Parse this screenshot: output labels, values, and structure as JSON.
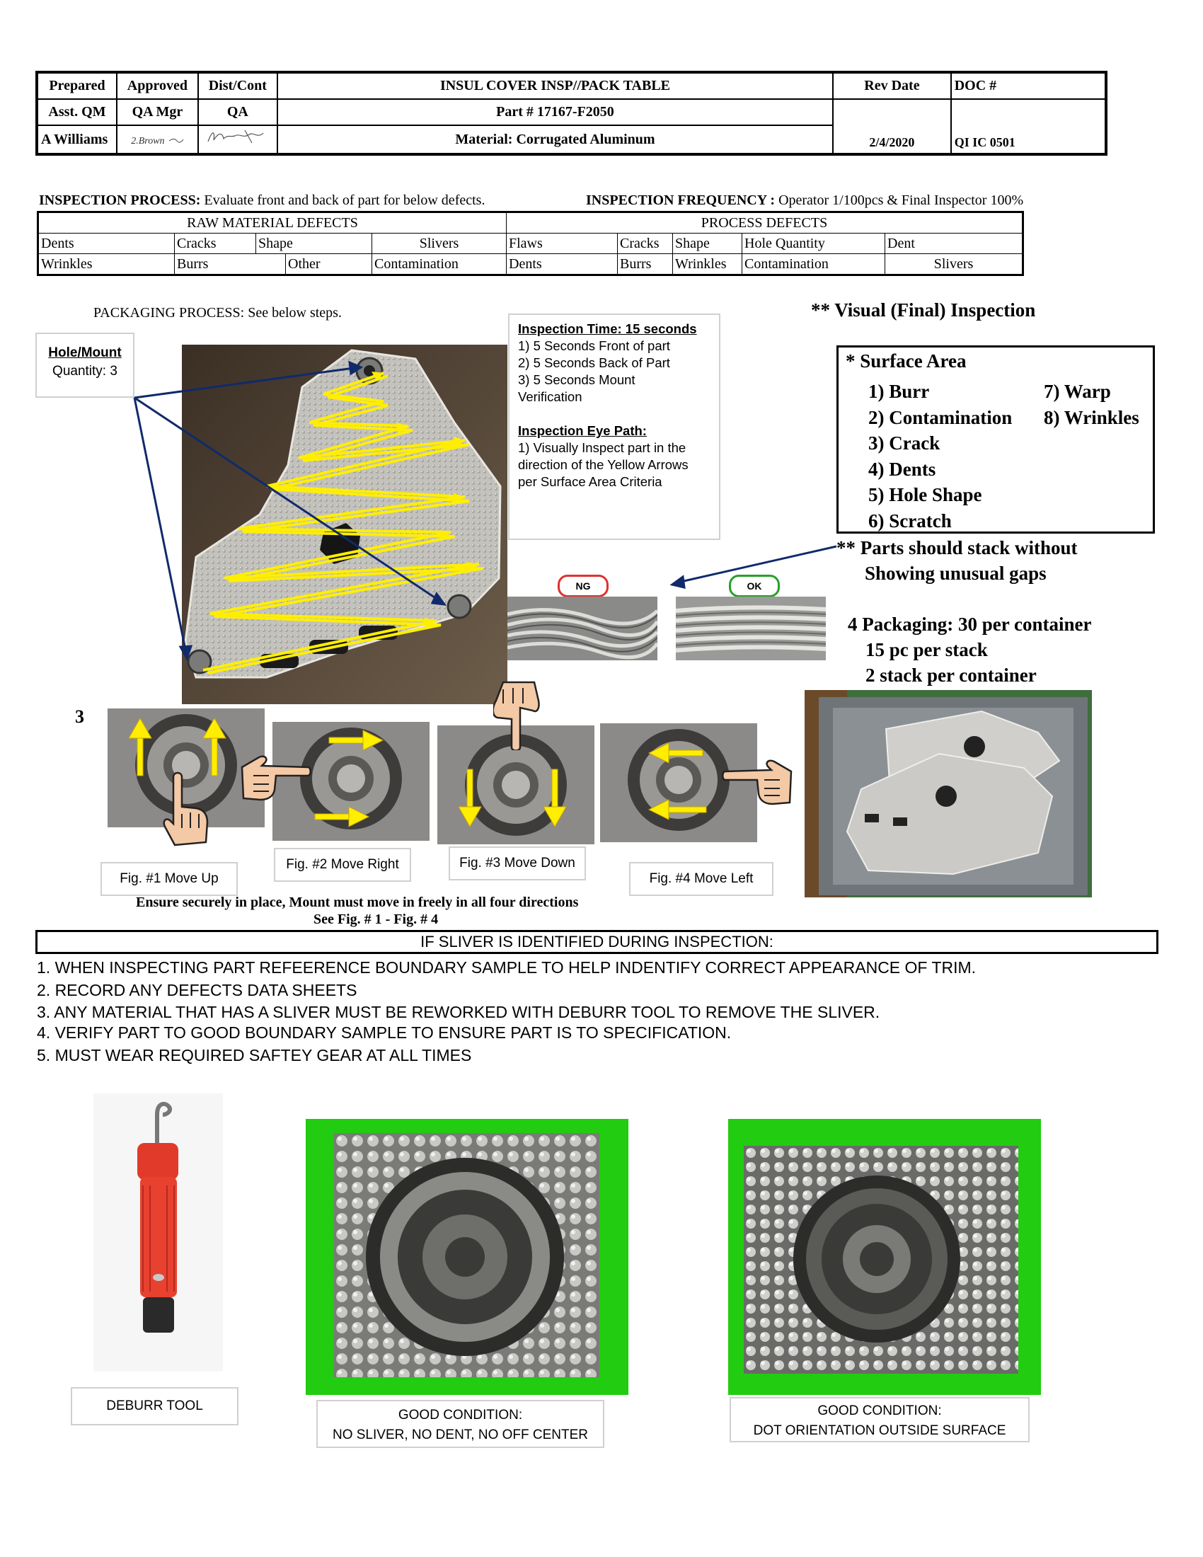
{
  "header": {
    "prepared_label": "Prepared",
    "approved_label": "Approved",
    "dist_label": "Dist/Cont",
    "title": "INSUL COVER  INSP//PACK  TABLE",
    "rev_date_label": "Rev Date",
    "doc_label": "DOC #",
    "prepared_role": "Asst. QM",
    "approved_role": "QA Mgr",
    "dist_role": "QA",
    "part": "Part #  17167-F2050",
    "prepared_name": "A Williams",
    "approved_sig": "2.Brown",
    "material": "Material: Corrugated Aluminum",
    "rev_date": "2/4/2020",
    "doc_no": "QI IC 0501"
  },
  "inspection": {
    "process_label": "INSPECTION  PROCESS:",
    "process_text": " Evaluate front and back of part for below defects.",
    "frequency_label": "INSPECTION FREQUENCY :",
    "frequency_text": " Operator 1/100pcs & Final Inspector 100%"
  },
  "defects": {
    "raw_header": "RAW  MATERIAL  DEFECTS",
    "process_header": "PROCESS  DEFECTS",
    "row1": [
      "Dents",
      "Cracks",
      "Shape",
      "Slivers",
      "Flaws",
      "Cracks",
      "Shape",
      "Hole Quantity",
      "Dent"
    ],
    "row2": [
      "Wrinkles",
      "Burrs",
      "Other",
      "Contamination",
      "Dents",
      "Burrs",
      "Wrinkles",
      "Contamination",
      "Slivers"
    ]
  },
  "packaging_process": "PACKAGING  PROCESS:  See below steps.",
  "hole_mount": {
    "title": "Hole/Mount",
    "quantity": "Quantity: 3"
  },
  "inspection_time": {
    "title": "Inspection Time: 15 seconds",
    "lines": [
      "1) 5 Seconds Front of part",
      "2) 5 Seconds Back of Part",
      "3) 5 Seconds Mount",
      "Verification"
    ],
    "eye_title": "Inspection Eye Path:",
    "eye_lines": [
      "1) Visually Inspect part in the",
      "direction of the Yellow Arrows",
      "per Surface Area Criteria"
    ]
  },
  "visual_final": "** Visual (Final) Inspection",
  "surface_area": {
    "title": "*  Surface Area",
    "left": [
      "1)  Burr",
      "2)  Contamination",
      "3)  Crack",
      "4)  Dents",
      "5)  Hole Shape",
      "6)  Scratch"
    ],
    "right": [
      "7) Warp",
      "8) Wrinkles"
    ]
  },
  "stack_note": {
    "line1": "** Parts should stack without",
    "line2": "Showing unusual gaps"
  },
  "ng_label": "NG",
  "ok_label": "OK",
  "packaging": {
    "line1": "4 Packaging: 30 per container",
    "line2": "15 pc per stack",
    "line3": "2 stack per container"
  },
  "step3": "3",
  "figs": [
    "Fig. #1 Move Up",
    "Fig. #2 Move Right",
    "Fig. #3 Move Down",
    "Fig. #4 Move Left"
  ],
  "ensure": {
    "line1": "Ensure securely in place, Mount must move in freely in all four directions",
    "line2": "See Fig. # 1 - Fig. # 4"
  },
  "sliver_header": "IF SLIVER IS IDENTIFIED DURING INSPECTION:",
  "sliver_steps": [
    "1. WHEN INSPECTING PART REFEERENCE BOUNDARY SAMPLE TO HELP INDENTIFY CORRECT APPEARANCE OF TRIM.",
    "2. RECORD ANY DEFECTS DATA SHEETS",
    "3. ANY MATERIAL THAT HAS A SLIVER MUST BE REWORKED WITH DEBURR TOOL TO REMOVE THE SLIVER.",
    "4. VERIFY PART TO GOOD BOUNDARY SAMPLE TO ENSURE PART IS TO SPECIFICATION.",
    "5. MUST WEAR REQUIRED SAFTEY GEAR AT ALL TIMES"
  ],
  "captions": {
    "deburr": "DEBURR TOOL",
    "good1_line1": "GOOD CONDITION:",
    "good1_line2": "NO SLIVER, NO DENT, NO OFF CENTER",
    "good2_line1": "GOOD CONDITION:",
    "good2_line2": "DOT ORIENTATION OUTSIDE SURFACE"
  },
  "colors": {
    "arrow_yellow": "#ffee00",
    "navy": "#102a6b",
    "green_frame": "#22cc11",
    "tool_red": "#e23a2a",
    "ng_red": "#e03030",
    "ok_green": "#28a028"
  }
}
